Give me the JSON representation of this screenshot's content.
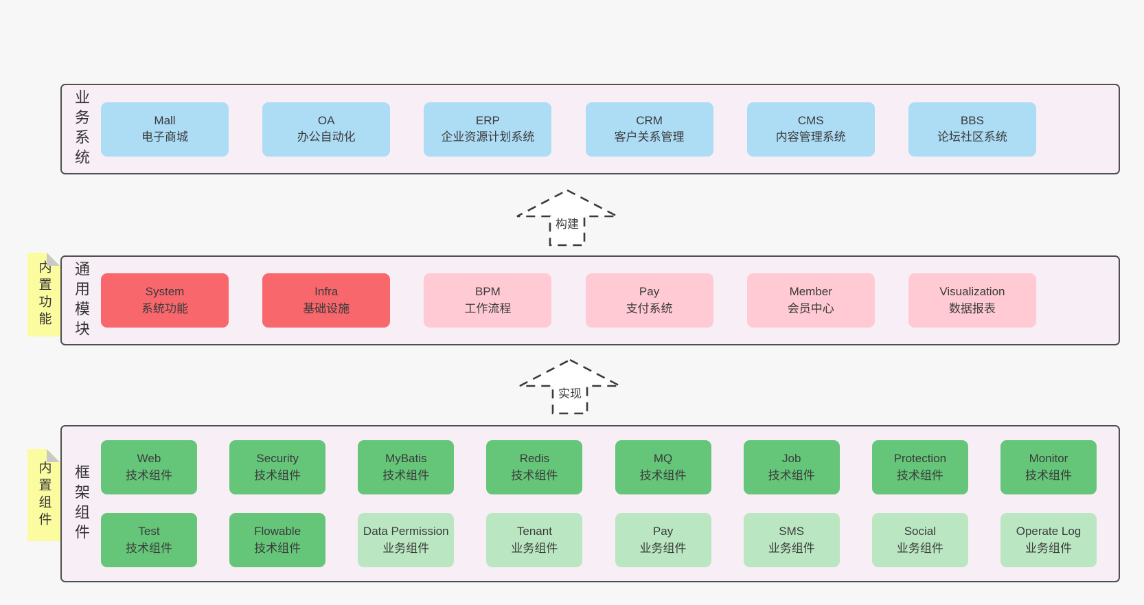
{
  "palette": {
    "page_bg": "#f7f7f7",
    "band_bg": "#f8eef6",
    "band_border": "#4f4f4f",
    "note_bg": "#fbfb9f",
    "note_fold": "#c9c9c9",
    "arrow_stroke": "#3b3b3b",
    "text": "#3a3a3a",
    "box_blue": "#addcf5",
    "box_red": "#f7676c",
    "box_pink": "#ffcad3",
    "box_green": "#65c679",
    "box_green_light": "#bae7c2"
  },
  "arrows": [
    {
      "label": "构建"
    },
    {
      "label": "实现"
    }
  ],
  "bands": [
    {
      "label": "业务系统",
      "rows": [
        [
          {
            "name": "Mall",
            "desc": "电子商城",
            "type": "blue"
          },
          {
            "name": "OA",
            "desc": "办公自动化",
            "type": "blue"
          },
          {
            "name": "ERP",
            "desc": "企业资源计划系统",
            "type": "blue"
          },
          {
            "name": "CRM",
            "desc": "客户关系管理",
            "type": "blue"
          },
          {
            "name": "CMS",
            "desc": "内容管理系统",
            "type": "blue"
          },
          {
            "name": "BBS",
            "desc": "论坛社区系统",
            "type": "blue"
          }
        ]
      ]
    },
    {
      "label": "通用模块",
      "note": "内置功能",
      "rows": [
        [
          {
            "name": "System",
            "desc": "系统功能",
            "type": "red"
          },
          {
            "name": "Infra",
            "desc": "基础设施",
            "type": "red"
          },
          {
            "name": "BPM",
            "desc": "工作流程",
            "type": "pink"
          },
          {
            "name": "Pay",
            "desc": "支付系统",
            "type": "pink"
          },
          {
            "name": "Member",
            "desc": "会员中心",
            "type": "pink"
          },
          {
            "name": "Visualization",
            "desc": "数据报表",
            "type": "pink"
          }
        ]
      ]
    },
    {
      "label": "框架组件",
      "note": "内置组件",
      "rows": [
        [
          {
            "name": "Web",
            "desc": "技术组件",
            "type": "green"
          },
          {
            "name": "Security",
            "desc": "技术组件",
            "type": "green"
          },
          {
            "name": "MyBatis",
            "desc": "技术组件",
            "type": "green"
          },
          {
            "name": "Redis",
            "desc": "技术组件",
            "type": "green"
          },
          {
            "name": "MQ",
            "desc": "技术组件",
            "type": "green"
          },
          {
            "name": "Job",
            "desc": "技术组件",
            "type": "green"
          },
          {
            "name": "Protection",
            "desc": "技术组件",
            "type": "green"
          },
          {
            "name": "Monitor",
            "desc": "技术组件",
            "type": "green"
          }
        ],
        [
          {
            "name": "Test",
            "desc": "技术组件",
            "type": "green"
          },
          {
            "name": "Flowable",
            "desc": "技术组件",
            "type": "green"
          },
          {
            "name": "Data Permission",
            "desc": "业务组件",
            "type": "green_light"
          },
          {
            "name": "Tenant",
            "desc": "业务组件",
            "type": "green_light"
          },
          {
            "name": "Pay",
            "desc": "业务组件",
            "type": "green_light"
          },
          {
            "name": "SMS",
            "desc": "业务组件",
            "type": "green_light"
          },
          {
            "name": "Social",
            "desc": "业务组件",
            "type": "green_light"
          },
          {
            "name": "Operate Log",
            "desc": "业务组件",
            "type": "green_light"
          }
        ]
      ]
    }
  ]
}
